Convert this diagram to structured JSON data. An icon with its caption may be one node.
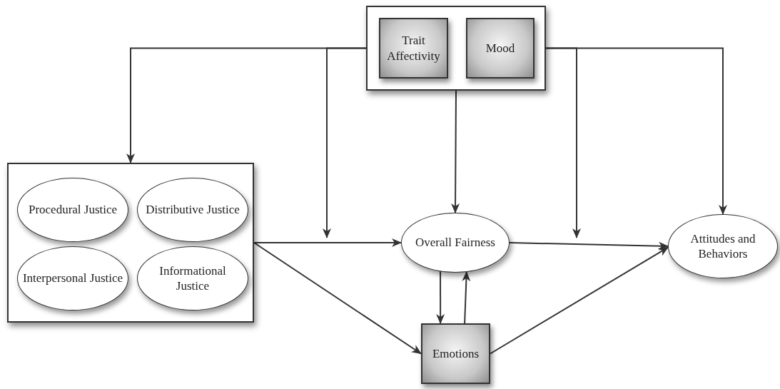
{
  "diagram": {
    "nodes": [
      {
        "text": [],
        "shape": "box"
      },
      {
        "text": [
          "Trait Affectivity"
        ],
        "in": 0
      },
      {
        "text": [
          "Mood"
        ],
        "in": 0
      },
      {
        "text": [],
        "shape": "box"
      },
      {
        "text": [
          "Procedural Justice"
        ],
        "in": 3
      },
      {
        "text": [
          "Distributive Justice"
        ],
        "in": 3
      },
      {
        "text": [
          "Interpersonal Justice"
        ],
        "in": 3
      },
      {
        "text": [
          "Informational Justice"
        ],
        "in": 3
      },
      {
        "text": [
          "Overall Fairness"
        ]
      },
      {
        "text": [
          "Attitudes and Behaviors"
        ]
      },
      {
        "text": [
          "Emotions"
        ]
      }
    ],
    "edges": [
      {
        "from": 0,
        "to": 3,
        "arrow": "to"
      },
      {
        "from": 0,
        "to": null,
        "arrow": "to"
      },
      {
        "from": 0,
        "to": 8,
        "arrow": "to"
      },
      {
        "from": 0,
        "to": null,
        "arrow": "to"
      },
      {
        "from": 0,
        "to": 9,
        "arrow": "to"
      },
      {
        "from": 3,
        "to": 8,
        "arrow": "to"
      },
      {
        "from": 3,
        "to": 10,
        "arrow": "to"
      },
      {
        "from": 8,
        "to": 10,
        "arrow": "to"
      },
      {
        "from": 10,
        "to": 8,
        "arrow": "to"
      },
      {
        "from": 8,
        "to": 9,
        "arrow": "to"
      },
      {
        "from": 10,
        "to": 9,
        "arrow": "to"
      }
    ]
  }
}
